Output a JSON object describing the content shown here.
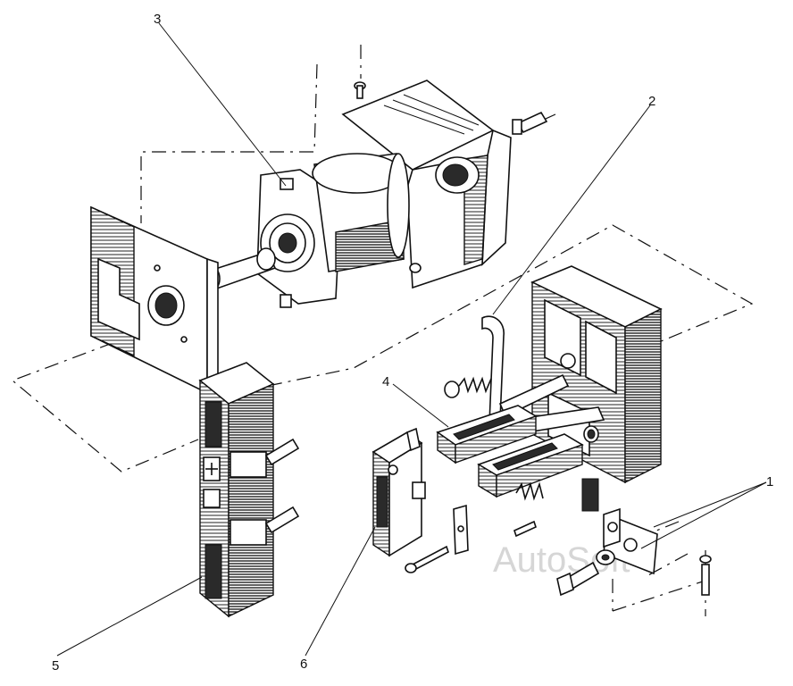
{
  "diagram": {
    "callouts": [
      {
        "id": "label-1",
        "text": "1"
      },
      {
        "id": "label-2",
        "text": "2"
      },
      {
        "id": "label-3",
        "text": "3"
      },
      {
        "id": "label-4",
        "text": "4"
      },
      {
        "id": "label-5",
        "text": "5"
      },
      {
        "id": "label-6",
        "text": "6"
      }
    ],
    "watermark": "AutoSoft"
  }
}
